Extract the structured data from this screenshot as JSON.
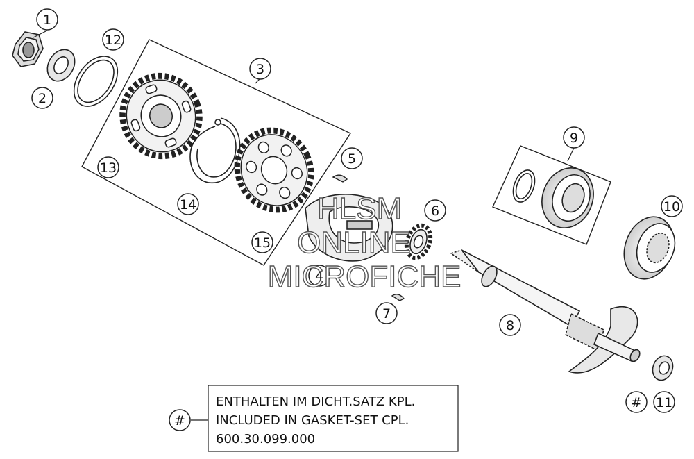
{
  "callouts": [
    "1",
    "2",
    "3",
    "4",
    "5",
    "6",
    "7",
    "8",
    "9",
    "10",
    "11",
    "12",
    "13",
    "14",
    "15"
  ],
  "hash_symbol": "#",
  "note": {
    "line1": "ENTHALTEN IM DICHT.SATZ KPL.",
    "line2": "INCLUDED IN GASKET-SET CPL.",
    "line3": "600.30.099.000"
  },
  "watermark": {
    "line1": "HLSM",
    "line2": "ONLINE",
    "line3": "MICROFICHE"
  },
  "colors": {
    "line": "#222222",
    "background": "#ffffff",
    "watermark_outline": "#555555"
  }
}
